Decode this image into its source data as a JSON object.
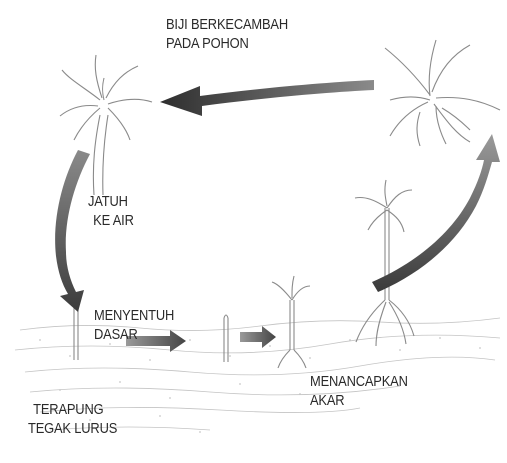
{
  "diagram": {
    "labels": {
      "germinate_line1": "BIJI BERKECAMBAH",
      "germinate_line2": "PADA POHON",
      "fall_line1": "JATUH",
      "fall_line2": "KE AIR",
      "touch_line1": "MENYENTUH",
      "touch_line2": "DASAR",
      "float_line1": "TERAPUNG",
      "float_line2": "TEGAK LURUS",
      "root_line1": "MENANCAPKAN",
      "root_line2": "AKAR"
    },
    "colors": {
      "arrow_dark": "#3a3a3a",
      "arrow_mid": "#6b6b6b",
      "arrow_light": "#9a9a9a",
      "plant": "#8a8a8a",
      "ground": "#bdbdbd"
    }
  }
}
